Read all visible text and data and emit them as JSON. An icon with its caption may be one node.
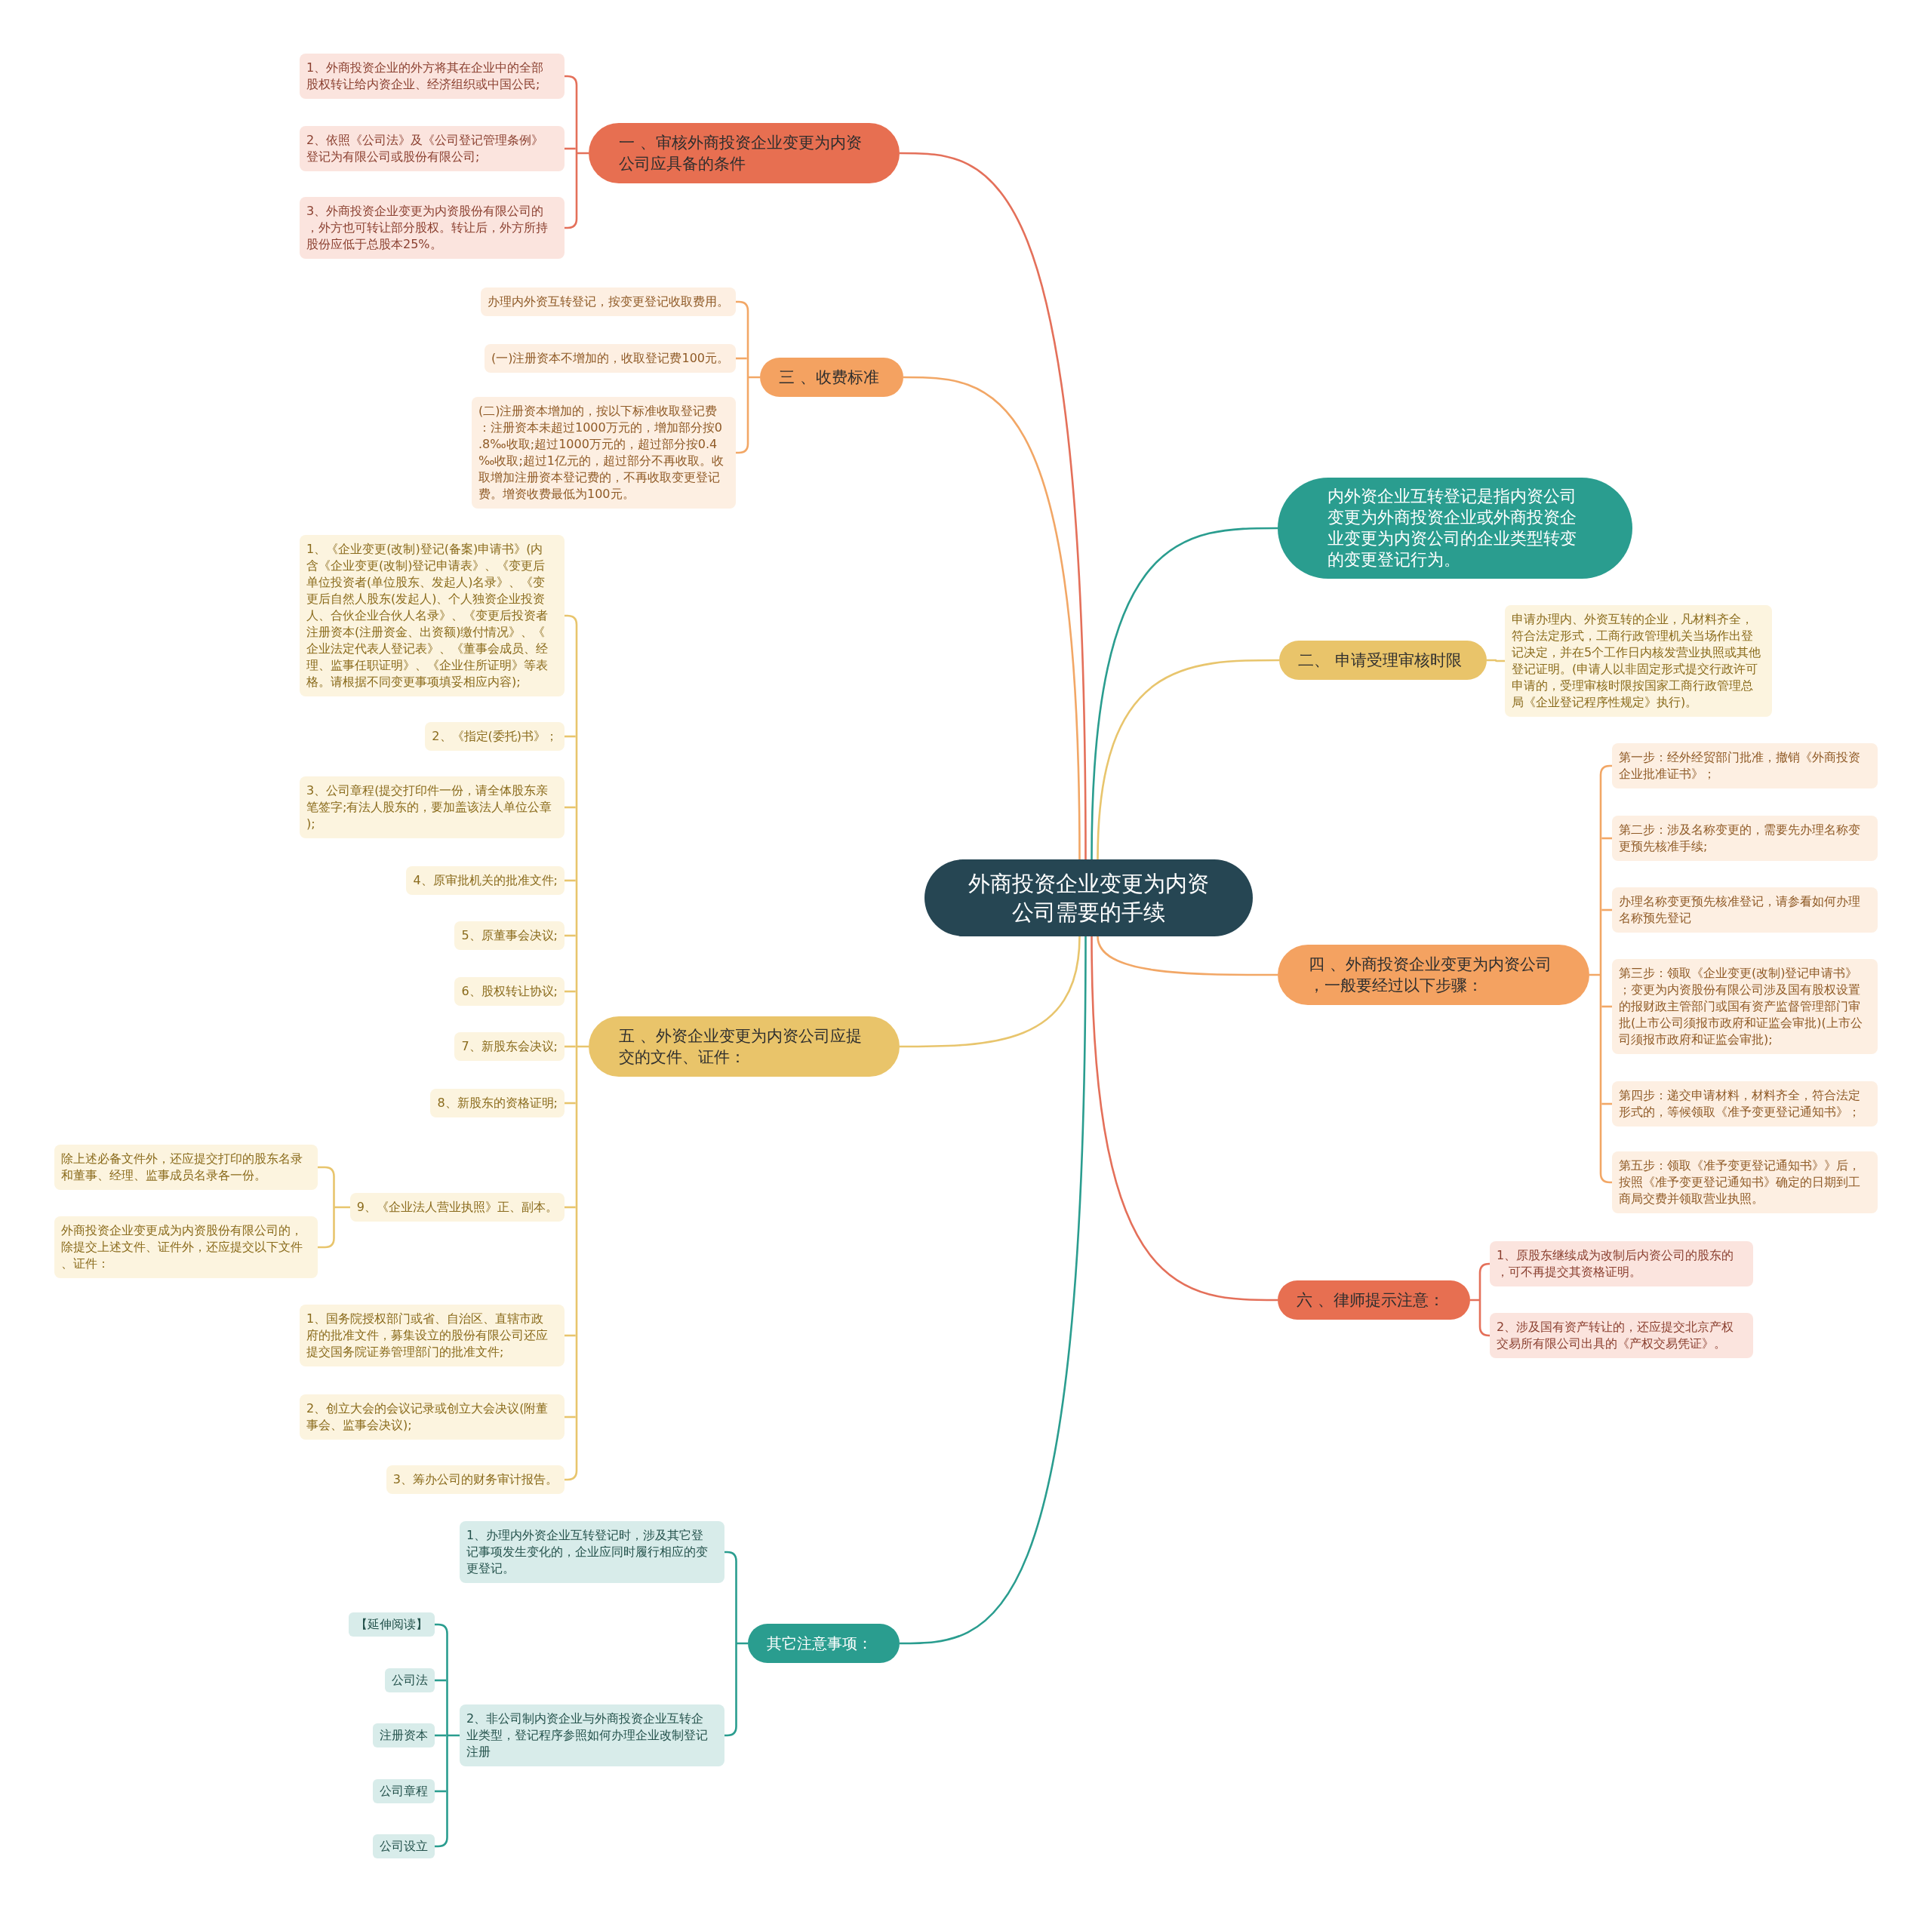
{
  "diagram": {
    "nodes": [
      {
        "text": [
          "外商投资企业变更为内资公司需要的手续"
        ]
      },
      {
        "text": [
          "内外资企业互转登记是指内资公司变更为外商投资企业或外商投资企业变更为内资公司的企业类型转变的变更登记行为。"
        ]
      },
      {
        "text": [
          "一 、审核外商投资企业变更为内资公司应具备的条件"
        ]
      },
      {
        "text": [
          "1、外商投资企业的外方将其在企业中的全部股权转让给内资企业、经济组织或中国公民;"
        ]
      },
      {
        "text": [
          "2、依照《公司法》及《公司登记管理条例》登记为有限公司或股份有限公司;"
        ]
      },
      {
        "text": [
          "3、外商投资企业变更为内资股份有限公司的，外方也可转让部分股权。转让后，外方所持股份应低于总股本25%。"
        ]
      },
      {
        "text": [
          "二、 申请受理审核时限"
        ]
      },
      {
        "text": [
          "申请办理内、外资互转的企业，凡材料齐全，符合法定形式，工商行政管理机关当场作出登记决定，并在5个工作日内核发营业执照或其他登记证明。(申请人以非固定形式提交行政许可申请的，受理审核时限按国家工商行政管理总局《企业登记程序性规定》执行)。"
        ]
      },
      {
        "text": [
          "三 、收费标准"
        ]
      },
      {
        "text": [
          "办理内外资互转登记，按变更登记收取费用。"
        ]
      },
      {
        "text": [
          "(一)注册资本不增加的，收取登记费100元。"
        ]
      },
      {
        "text": [
          "(二)注册资本增加的，按以下标准收取登记费：注册资本未超过1000万元的，增加部分按0.8‰收取;超过1000万元的，超过部分按0.4‰收取;超过1亿元的，超过部分不再收取。收取增加注册资本登记费的，不再收取变更登记费。增资收费最低为100元。"
        ]
      },
      {
        "text": [
          "四 、外商投资企业变更为内资公司，一般要经过以下步骤："
        ]
      },
      {
        "text": [
          "第一步：经外经贸部门批准，撤销《外商投资企业批准证书》；"
        ]
      },
      {
        "text": [
          "第二步：涉及名称变更的，需要先办理名称变更预先核准手续;"
        ]
      },
      {
        "text": [
          "办理名称变更预先核准登记，请参看如何办理名称预先登记"
        ]
      },
      {
        "text": [
          "第三步：领取《企业变更(改制)登记申请书》；变更为内资股份有限公司涉及国有股权设置的报财政主管部门或国有资产监督管理部门审批(上市公司须报市政府和证监会审批)(上市公司须报市政府和证监会审批);"
        ]
      },
      {
        "text": [
          "第四步：递交申请材料，材料齐全，符合法定形式的，等候领取《准予变更登记通知书》；"
        ]
      },
      {
        "text": [
          "第五步：领取《准予变更登记通知书》》后，按照《准予变更登记通知书》确定的日期到工商局交费并领取营业执照。"
        ]
      },
      {
        "text": [
          "五 、外资企业变更为内资公司应提交的文件、证件："
        ]
      },
      {
        "text": [
          "1、《企业变更(改制)登记(备案)申请书》(内含《企业变更(改制)登记申请表》、《变更后单位投资者(单位股东、发起人)名录》、《变更后自然人股东(发起人)、个人独资企业投资人、合伙企业合伙人名录》、《变更后投资者注册资本(注册资金、出资额)缴付情况》、《企业法定代表人登记表》、《董事会成员、经理、监事任职证明》、《企业住所证明》等表格。请根据不同变更事项填妥相应内容);"
        ]
      },
      {
        "text": [
          "2、《指定(委托)书》；"
        ]
      },
      {
        "text": [
          "3、公司章程(提交打印件一份，请全体股东亲笔签字;有法人股东的，要加盖该法人单位公章);"
        ]
      },
      {
        "text": [
          "4、原审批机关的批准文件;"
        ]
      },
      {
        "text": [
          "5、原董事会决议;"
        ]
      },
      {
        "text": [
          "6、股权转让协议;"
        ]
      },
      {
        "text": [
          "7、新股东会决议;"
        ]
      },
      {
        "text": [
          "8、新股东的资格证明;"
        ]
      },
      {
        "text": [
          "9、《企业法人营业执照》正、副本。"
        ]
      },
      {
        "text": [
          "除上述必备文件外，还应提交打印的股东名录和董事、经理、监事成员名录各一份。"
        ]
      },
      {
        "text": [
          "外商投资企业变更成为内资股份有限公司的，除提交上述文件、证件外，还应提交以下文件、证件："
        ]
      },
      {
        "text": [
          "1、国务院授权部门或省、自治区、直辖市政府的批准文件，募集设立的股份有限公司还应提交国务院证券管理部门的批准文件;"
        ]
      },
      {
        "text": [
          "2、创立大会的会议记录或创立大会决议(附董事会、监事会决议);"
        ]
      },
      {
        "text": [
          "3、筹办公司的财务审计报告。"
        ]
      },
      {
        "text": [
          "六 、律师提示注意："
        ]
      },
      {
        "text": [
          "1、原股东继续成为改制后内资公司的股东的，可不再提交其资格证明。"
        ]
      },
      {
        "text": [
          "2、涉及国有资产转让的，还应提交北京产权交易所有限公司出具的《产权交易凭证》。"
        ]
      },
      {
        "text": [
          "其它注意事项："
        ]
      },
      {
        "text": [
          "1、办理内外资企业互转登记时，涉及其它登记事项发生变化的，企业应同时履行相应的变更登记。"
        ]
      },
      {
        "text": [
          "2、非公司制内资企业与外商投资企业互转企业类型，登记程序参照如何办理企业改制登记注册"
        ]
      },
      {
        "text": [
          "【延伸阅读】"
        ]
      },
      {
        "text": [
          "公司法"
        ]
      },
      {
        "text": [
          "注册资本"
        ]
      },
      {
        "text": [
          "公司章程"
        ]
      },
      {
        "text": [
          "公司设立"
        ]
      }
    ],
    "edges": [
      {
        "from": 0,
        "to": 1,
        "arrow": "none",
        "color": "#2a9d8f"
      },
      {
        "from": 0,
        "to": 2,
        "arrow": "none",
        "color": "#e4705a"
      },
      {
        "from": 0,
        "to": 6,
        "arrow": "none"
      },
      {
        "from": 0,
        "to": 8,
        "arrow": "none",
        "color": "#f2a766"
      },
      {
        "from": 0,
        "to": 12,
        "arrow": "none",
        "color": "#f2a766"
      },
      {
        "from": 0,
        "to": 19,
        "arrow": "none"
      },
      {
        "from": 0,
        "to": 34,
        "arrow": "none",
        "color": "#e4705a"
      },
      {
        "from": 0,
        "to": 37,
        "arrow": "none",
        "color": "#2a9d8f"
      },
      {
        "from": 2,
        "to": 3,
        "arrow": "none",
        "color": "#e4705a"
      },
      {
        "from": 2,
        "to": 4,
        "arrow": "none",
        "color": "#e4705a"
      },
      {
        "from": 2,
        "to": 5,
        "arrow": "none",
        "color": "#e4705a"
      },
      {
        "from": 6,
        "to": 7,
        "arrow": "none"
      },
      {
        "from": 8,
        "to": 9,
        "arrow": "none",
        "color": "#f2a766"
      },
      {
        "from": 8,
        "to": 10,
        "arrow": "none",
        "color": "#f2a766"
      },
      {
        "from": 8,
        "to": 11,
        "arrow": "none",
        "color": "#f2a766"
      },
      {
        "from": 12,
        "to": 13,
        "arrow": "none",
        "color": "#f2a766"
      },
      {
        "from": 12,
        "to": 14,
        "arrow": "none",
        "color": "#f2a766"
      },
      {
        "from": 12,
        "to": 15,
        "arrow": "none",
        "color": "#f2a766"
      },
      {
        "from": 12,
        "to": 16,
        "arrow": "none",
        "color": "#f2a766"
      },
      {
        "from": 12,
        "to": 17,
        "arrow": "none",
        "color": "#f2a766"
      },
      {
        "from": 12,
        "to": 18,
        "arrow": "none",
        "color": "#f2a766"
      },
      {
        "from": 19,
        "to": 20,
        "arrow": "none"
      },
      {
        "from": 19,
        "to": 21,
        "arrow": "none"
      },
      {
        "from": 19,
        "to": 22,
        "arrow": "none"
      },
      {
        "from": 19,
        "to": 23,
        "arrow": "none"
      },
      {
        "from": 19,
        "to": 24,
        "arrow": "none"
      },
      {
        "from": 19,
        "to": 25,
        "arrow": "none"
      },
      {
        "from": 19,
        "to": 26,
        "arrow": "none"
      },
      {
        "from": 19,
        "to": 27,
        "arrow": "none"
      },
      {
        "from": 19,
        "to": 28,
        "arrow": "none"
      },
      {
        "from": 28,
        "to": 29,
        "arrow": "none"
      },
      {
        "from": 28,
        "to": 30,
        "arrow": "none"
      },
      {
        "from": 19,
        "to": 31,
        "arrow": "none"
      },
      {
        "from": 19,
        "to": 32,
        "arrow": "none"
      },
      {
        "from": 19,
        "to": 33,
        "arrow": "none"
      },
      {
        "from": 34,
        "to": 35,
        "arrow": "none",
        "color": "#e4705a"
      },
      {
        "from": 34,
        "to": 36,
        "arrow": "none",
        "color": "#e4705a"
      },
      {
        "from": 37,
        "to": 38,
        "arrow": "none",
        "color": "#2a9d8f"
      },
      {
        "from": 37,
        "to": 39,
        "arrow": "none",
        "color": "#2a9d8f"
      },
      {
        "from": 39,
        "to": 40,
        "arrow": "none",
        "color": "#2a9d8f"
      },
      {
        "from": 39,
        "to": 41,
        "arrow": "none",
        "color": "#2a9d8f"
      },
      {
        "from": 39,
        "to": 42,
        "arrow": "none",
        "color": "#2a9d8f"
      },
      {
        "from": 39,
        "to": 43,
        "arrow": "none",
        "color": "#2a9d8f"
      },
      {
        "from": 39,
        "to": 44,
        "arrow": "none",
        "color": "#2a9d8f"
      }
    ]
  }
}
